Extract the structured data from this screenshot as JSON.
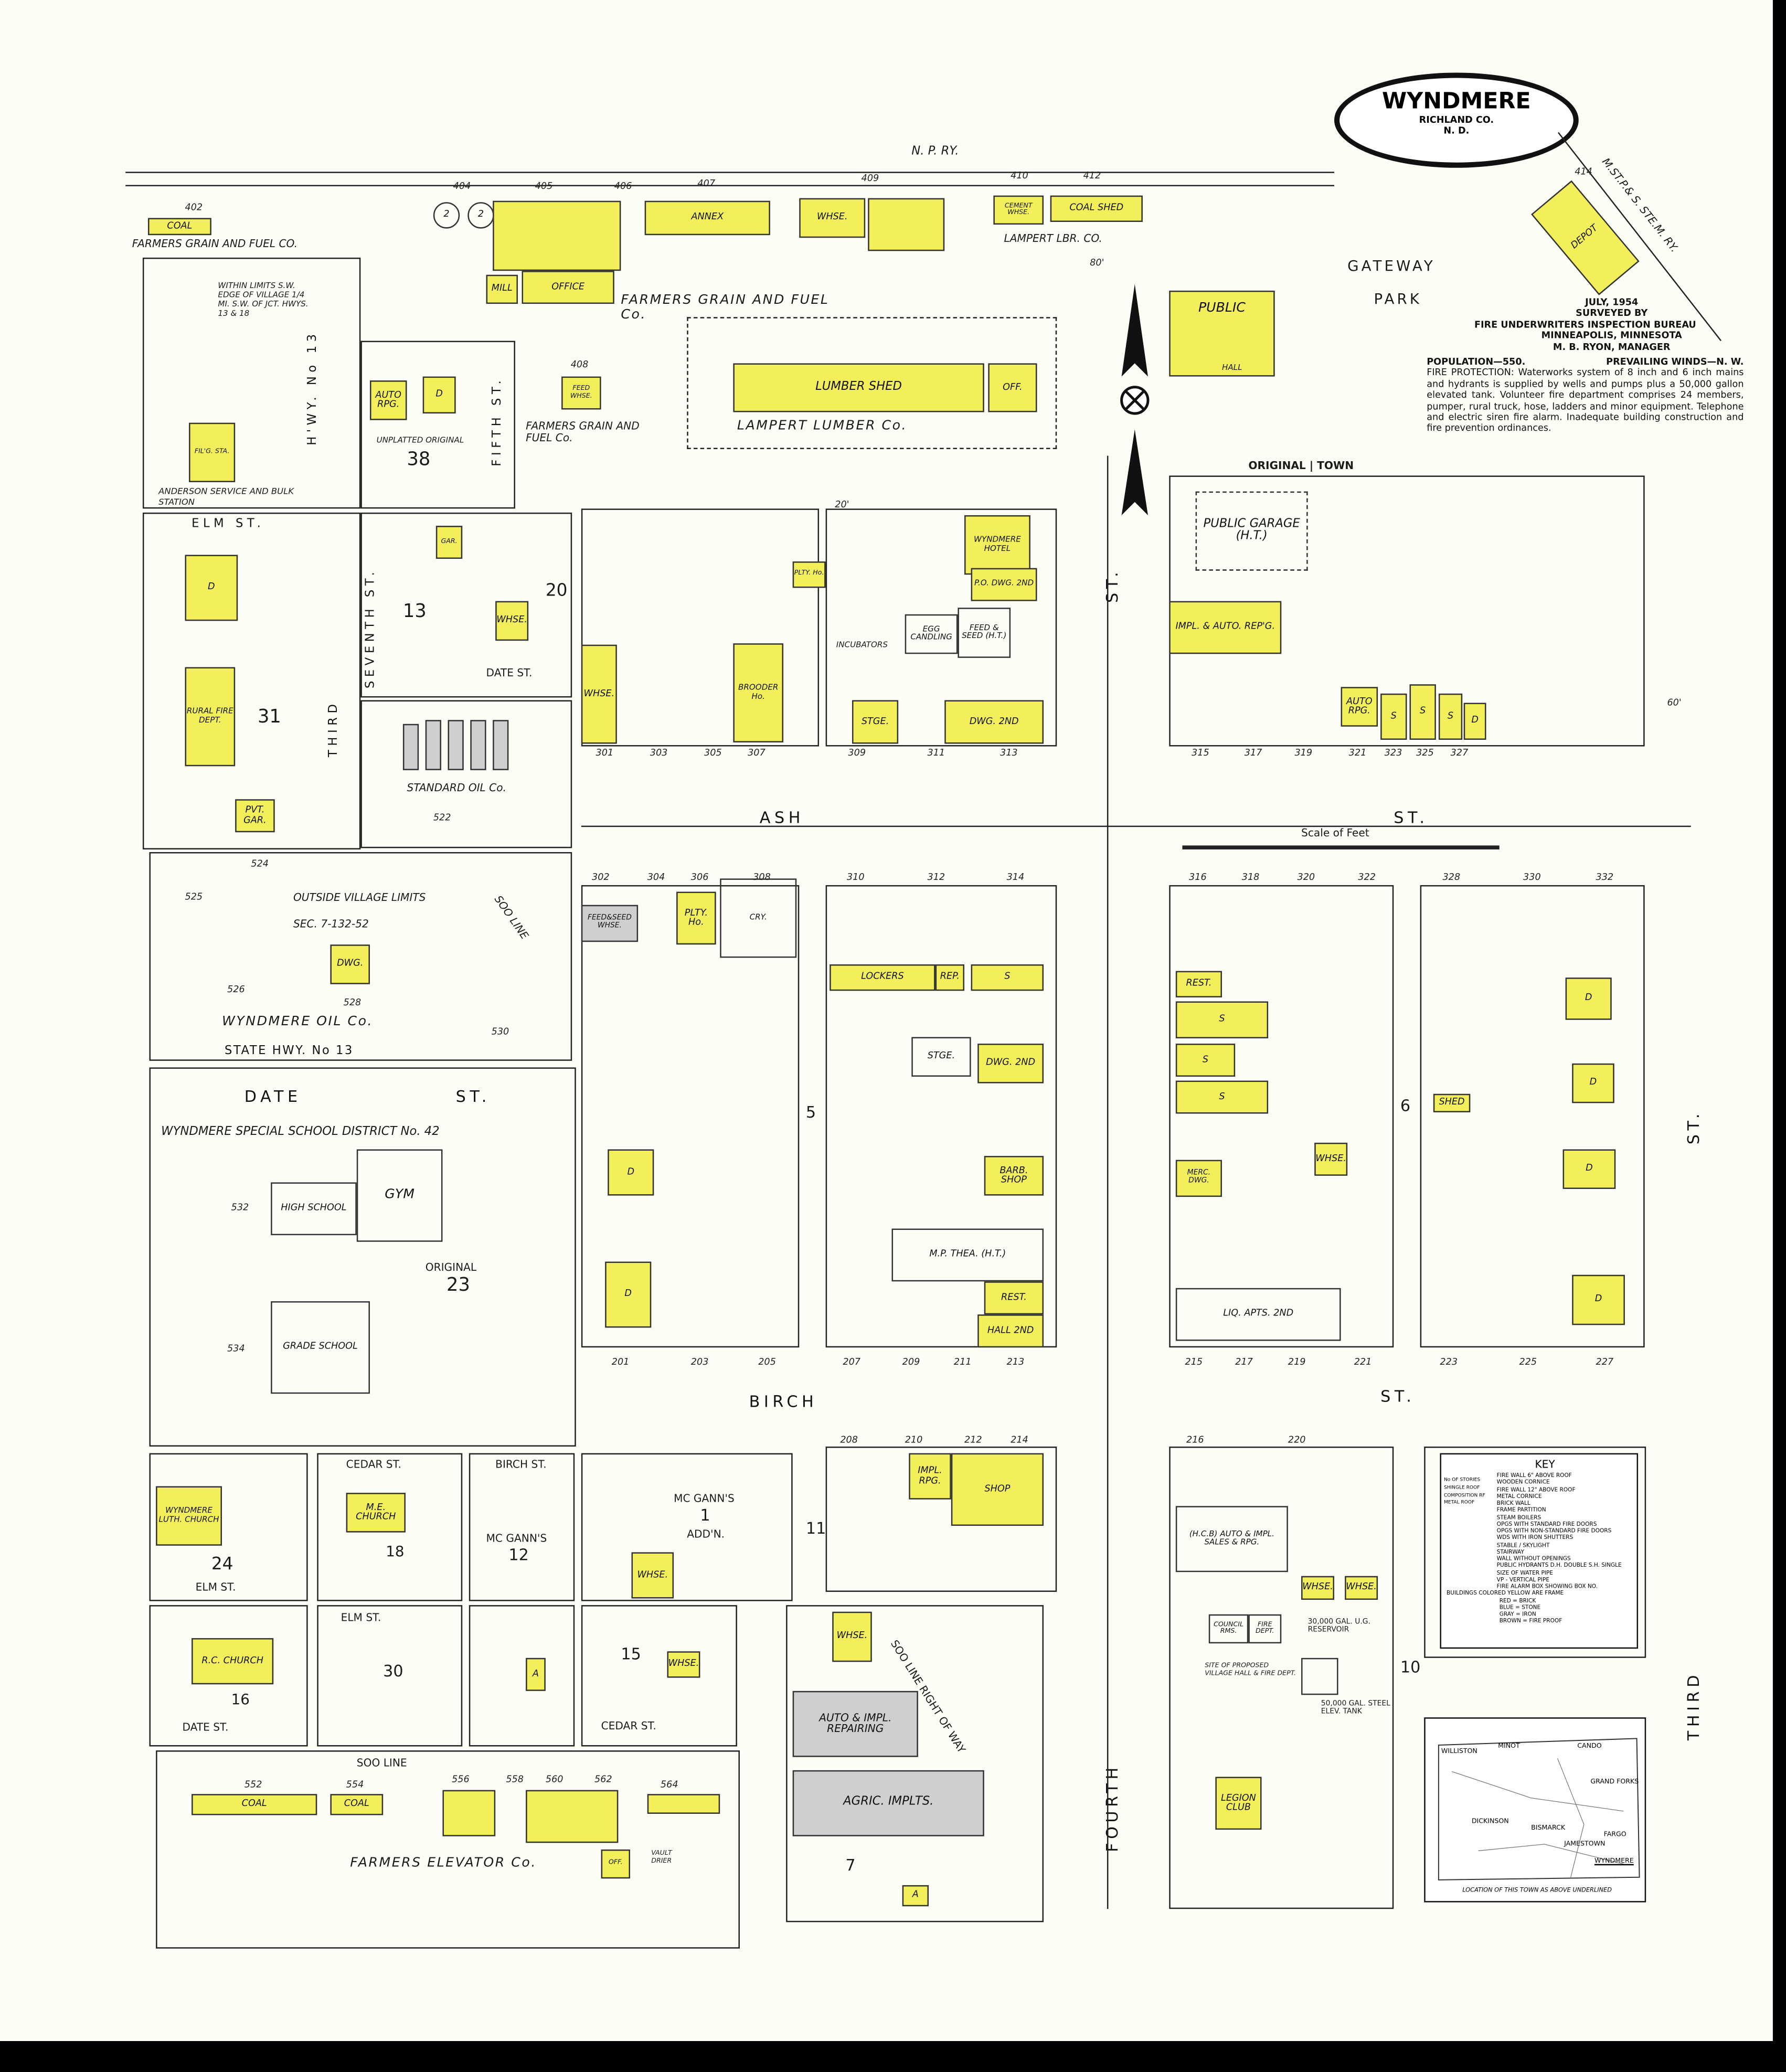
{
  "title": {
    "name": "WYNDMERE",
    "county": "RICHLAND CO.",
    "state": "N. D."
  },
  "survey": {
    "date": "JULY, 1954",
    "surveyed_by": "SURVEYED BY",
    "bureau": "FIRE UNDERWRITERS INSPECTION BUREAU",
    "city": "MINNEAPOLIS, MINNESOTA",
    "manager": "M. B. RYON, MANAGER",
    "population": "POPULATION—550.",
    "winds": "PREVAILING WINDS—N. W.",
    "fire_protection": "FIRE PROTECTION: Waterworks system of 8 inch and 6 inch mains and hydrants is supplied by wells and pumps plus a 50,000 gallon elevated tank. Volunteer fire department comprises 24 members, pumper, rural truck, hose, ladders and minor equipment. Telephone and electric siren fire alarm. Inadequate building construction and fire prevention ordinances."
  },
  "railways": {
    "np": "N. P.   RY.",
    "soo": "M.ST.P.& S. STE.M. RY.",
    "soo_line": "SOO LINE",
    "soo_row": "SOO LINE RIGHT OF WAY"
  },
  "streets": {
    "ash": "ASH",
    "ash_st": "ST.",
    "birch": "BIRCH",
    "birch_st": "ST.",
    "fourth": "FOURTH",
    "fourth_st": "ST.",
    "third": "THIRD",
    "third_st": "ST.",
    "date": "DATE",
    "date_st": "ST.",
    "elm": "ELM ST.",
    "state_hwy": "STATE HWY.  No 13",
    "hwy13": "H'WY. No 13",
    "third_left": "THIRD",
    "seventh": "SEVENTH ST.",
    "fifth": "FIFTH ST.",
    "cedar": "CEDAR ST.",
    "birch_small": "BIRCH ST.",
    "date_small": "DATE ST.",
    "elm_small": "ELM ST.",
    "cedar_small": "CEDAR ST.",
    "date_low": "DATE ST."
  },
  "areas": {
    "gateway": "GATEWAY",
    "park": "PARK",
    "original_town": "ORIGINAL | TOWN",
    "outside": "OUTSIDE VILLAGE LIMITS",
    "sec": "SEC. 7-132-52",
    "within": "WITHIN LIMITS S.W. EDGE OF VILLAGE 1/4 MI. S.W. OF JCT. HWYS. 13 & 18",
    "school_district": "WYNDMERE SPECIAL SCHOOL DISTRICT  No. 42",
    "unplatted": "UNPLATTED ORIGINAL",
    "scale": "Scale of Feet"
  },
  "companies": {
    "farmers_grain_top": "FARMERS GRAIN AND FUEL Co.",
    "farmers_grain_mid": "FARMERS GRAIN AND FUEL Co.",
    "farmers_grain_small": "FARMERS GRAIN AND FUEL CO.",
    "lampert_lbr": "LAMPERT LBR. CO.",
    "lampert_lumber": "LAMPERT LUMBER Co.",
    "anderson": "ANDERSON SERVICE AND BULK STATION",
    "standard_oil": "STANDARD OIL Co.",
    "wyndmere_oil": "WYNDMERE OIL Co.",
    "farmers_elevator": "FARMERS ELEVATOR Co."
  },
  "buildings": {
    "coal": "COAL",
    "annex": "ANNEX",
    "office": "OFFICE",
    "mill": "MILL",
    "whse": "WHSE.",
    "cement": "CEMENT WHSE.",
    "coal_shed": "COAL SHED",
    "lumber_shed": "LUMBER SHED",
    "off": "OFF.",
    "feed_whse": "FEED WHSE.",
    "depot": "DEPOT",
    "public_hall": "PUBLIC",
    "hall": "HALL",
    "public_garage": "PUBLIC GARAGE (H.T.)",
    "impl_auto": "IMPL. & AUTO. REP'G.",
    "auto_rpg": "AUTO RPG.",
    "hotel": "WYNDMERE HOTEL",
    "po": "P.O. DWG. 2ND",
    "feed_seed": "FEED & SEED (H.T.)",
    "egg": "EGG CANDLING",
    "incubators": "INCUBATORS",
    "stge": "STGE.",
    "dwg2": "DWG. 2ND",
    "brooder": "BROODER Ho.",
    "plty": "PLTY. Ho.",
    "feedseed_whse": "FEED&SEED WHSE.",
    "cry": "CRY.",
    "lockers": "LOCKERS",
    "rep": "REP.",
    "barb": "BARB. SHOP",
    "theatre": "M.P. THEA. (H.T.)",
    "rest": "REST.",
    "hall2": "HALL 2ND",
    "liq": "LIQ.",
    "apts": "APTS. 2ND",
    "merc": "MERC. DWG.",
    "shed": "SHED",
    "high_school": "HIGH SCHOOL",
    "gym": "GYM",
    "grade_school": "GRADE SCHOOL",
    "luth": "WYNDMERE LUTH. CHURCH",
    "me_church": "M.E. CHURCH",
    "rc_church": "R.C. CHURCH",
    "impl_rpg": "IMPL. RPG.",
    "shop": "SHOP",
    "auto_impl": "AUTO & IMPL. REPAIRING",
    "agric": "AGRIC. IMPLTS.",
    "council": "COUNCIL RMS.",
    "fire_dept": "FIRE DEPT.",
    "auto_impl_sales": "(H.C.B) AUTO & IMPL. SALES & RPG.",
    "reservoir": "30,000 GAL. U.G. RESERVOIR",
    "tank": "50,000 GAL. STEEL ELEV. TANK",
    "legion": "LEGION CLUB",
    "pvt_gar": "PVT. GAR.",
    "rural_fire": "RURAL FIRE DEPT.",
    "dwg": "DWG.",
    "fillg": "FIL'G. STA.",
    "gar": "GAR.",
    "vault": "VAULT DRIER",
    "proposed": "SITE OF PROPOSED VILLAGE HALL & FIRE DEPT."
  },
  "blocks": {
    "b38": "38",
    "b13": "13",
    "b20": "20",
    "b31": "31",
    "b23": "23",
    "b2": "2",
    "b5": "5",
    "b6": "6",
    "b11": "11",
    "b10": "10",
    "b7": "7",
    "b24": "24",
    "b18": "18",
    "b12": "12",
    "b1": "1",
    "b30": "30",
    "b16": "16",
    "b15": "15",
    "town": "TOWN",
    "original": "ORIGINAL",
    "mcgann": "MC GANN'S",
    "addn": "ADD'N."
  },
  "lot_numbers": [
    "402",
    "404",
    "405",
    "406",
    "407",
    "409",
    "410",
    "412",
    "414",
    "408",
    "301",
    "303",
    "305",
    "307",
    "309",
    "311",
    "313",
    "315",
    "317",
    "319",
    "321",
    "323",
    "325",
    "327",
    "302",
    "304",
    "306",
    "308",
    "310",
    "312",
    "314",
    "316",
    "318",
    "320",
    "322",
    "328",
    "330",
    "332",
    "201",
    "203",
    "205",
    "207",
    "209",
    "211",
    "213",
    "215",
    "217",
    "219",
    "221",
    "223",
    "225",
    "227",
    "208",
    "210",
    "212",
    "214",
    "216",
    "220",
    "552",
    "554",
    "556",
    "558",
    "560",
    "562",
    "564",
    "522",
    "524",
    "525",
    "526",
    "528",
    "530",
    "532",
    "534",
    "80'",
    "60'",
    "20'"
  ],
  "key": {
    "title": "KEY",
    "lines": [
      "FIRE WALL 6\" ABOVE ROOF",
      "WOODEN CORNICE",
      "FIRE WALL 12\" ABOVE ROOF",
      "METAL CORNICE",
      "BRICK WALL",
      "FRAME PARTITION",
      "STEAM BOILERS",
      "OPGS WITH STANDARD FIRE DOORS",
      "OPGS WITH NON-STANDARD FIRE DOORS",
      "WDS WITH IRON SHUTTERS",
      "STABLE / SKYLIGHT",
      "STAIRWAY",
      "WALL WITHOUT OPENINGS",
      "PUBLIC HYDRANTS  D.H. DOUBLE  S.H. SINGLE",
      "SIZE OF WATER PIPE",
      "VP - VERTICAL PIPE",
      "FIRE ALARM BOX SHOWING BOX NO.",
      "BUILDINGS COLORED YELLOW ARE FRAME",
      "RED = BRICK",
      "BLUE = STONE",
      "GRAY = IRON",
      "BROWN = FIRE PROOF"
    ],
    "legend_left": [
      "No OF STORIES",
      "SHINGLE ROOF",
      "COMPOSITION RF",
      "METAL ROOF"
    ]
  },
  "inset": {
    "caption": "LOCATION OF THIS TOWN AS ABOVE UNDERLINED",
    "places": [
      "WILLISTON",
      "MINOT",
      "CANDO",
      "DICKINSON",
      "BISMARCK",
      "JAMESTOWN",
      "GRAND FORKS",
      "FARGO",
      "WYNDMERE"
    ]
  },
  "colors": {
    "frame": "#f3ef5a",
    "iron": "#cfcfcf",
    "ink": "#1a1a1a"
  }
}
